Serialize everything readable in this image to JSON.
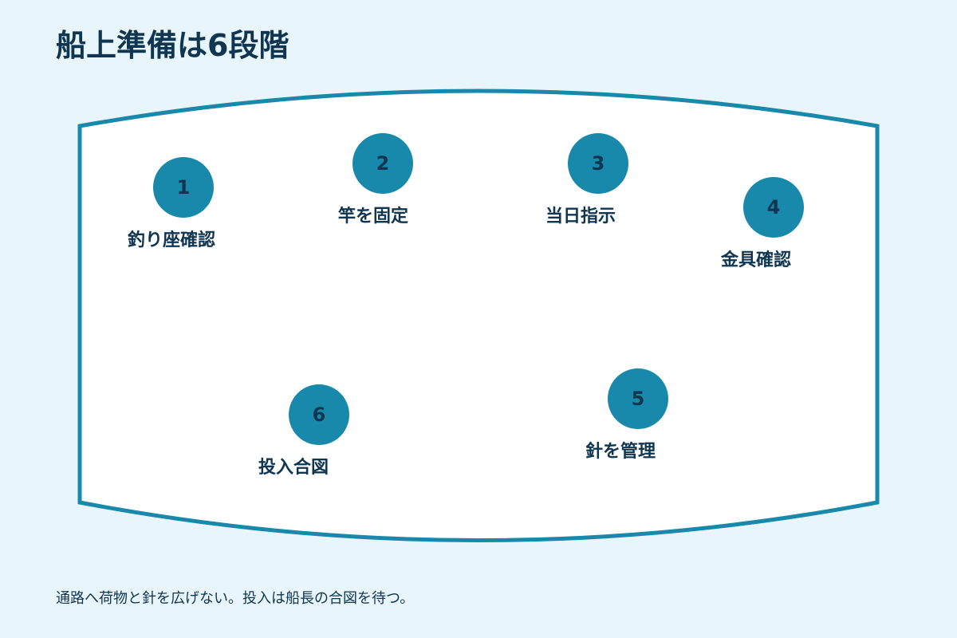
{
  "title": "船上準備は6段階",
  "steps": [
    {
      "number": "1",
      "label": "釣り座確認"
    },
    {
      "number": "2",
      "label": "竿を固定"
    },
    {
      "number": "3",
      "label": "当日指示"
    },
    {
      "number": "4",
      "label": "金具確認"
    },
    {
      "number": "5",
      "label": "針を管理"
    },
    {
      "number": "6",
      "label": "投入合図"
    }
  ],
  "footer": "通路へ荷物と針を広げない。投入は船長の合図を待つ。",
  "colors": {
    "background": "#e8f5fb",
    "board_fill": "#ffffff",
    "board_stroke": "#1888ab",
    "circle": "#1888ab",
    "text": "#0f3550"
  }
}
